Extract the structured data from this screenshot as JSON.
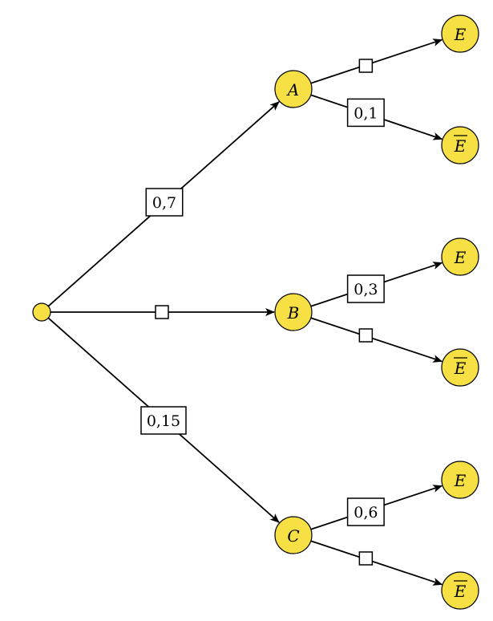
{
  "tree": {
    "root": {
      "label": ""
    },
    "branches": [
      {
        "node": "A",
        "probability": "0,7",
        "children": [
          {
            "event": "E",
            "negated": false,
            "probability": ""
          },
          {
            "event": "E",
            "negated": true,
            "probability": "0,1"
          }
        ]
      },
      {
        "node": "B",
        "probability": "",
        "children": [
          {
            "event": "E",
            "negated": false,
            "probability": "0,3"
          },
          {
            "event": "E",
            "negated": true,
            "probability": ""
          }
        ]
      },
      {
        "node": "C",
        "probability": "0,15",
        "children": [
          {
            "event": "E",
            "negated": false,
            "probability": "0,6"
          },
          {
            "event": "E",
            "negated": true,
            "probability": ""
          }
        ]
      }
    ]
  },
  "colors": {
    "node_fill": "#f7e043",
    "stroke": "#000000",
    "box_fill": "#ffffff"
  }
}
